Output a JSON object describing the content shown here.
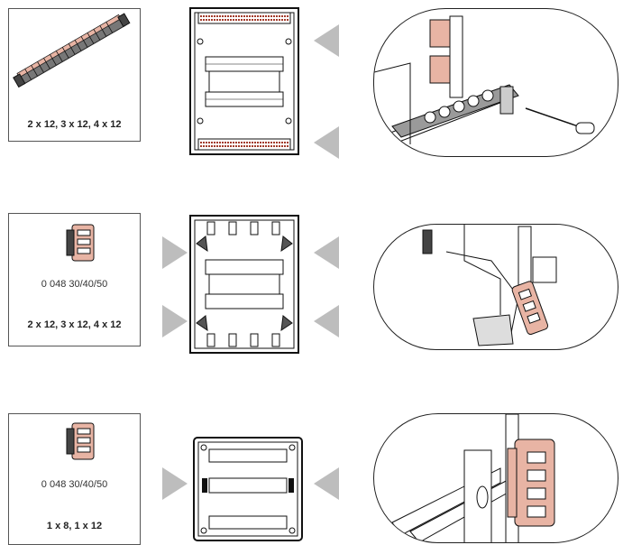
{
  "colors": {
    "arrow": "#bdbdbd",
    "accent": "#e8b4a4",
    "accent_dark": "#8a4a3c",
    "line": "#222222",
    "terminal_red": "#a23a2a"
  },
  "rows": [
    {
      "product_icon": "busbar-terminal-strip-icon",
      "code": "",
      "sizes": "2 x 12,  3 x 12,  4 x 12"
    },
    {
      "product_icon": "terminal-block-icon",
      "code": "0 048 30/40/50",
      "sizes": "2 x 12,  3 x 12,  4 x 12"
    },
    {
      "product_icon": "terminal-block-icon",
      "code": "0 048 30/40/50",
      "sizes": "1 x 8,  1 x 12"
    }
  ]
}
